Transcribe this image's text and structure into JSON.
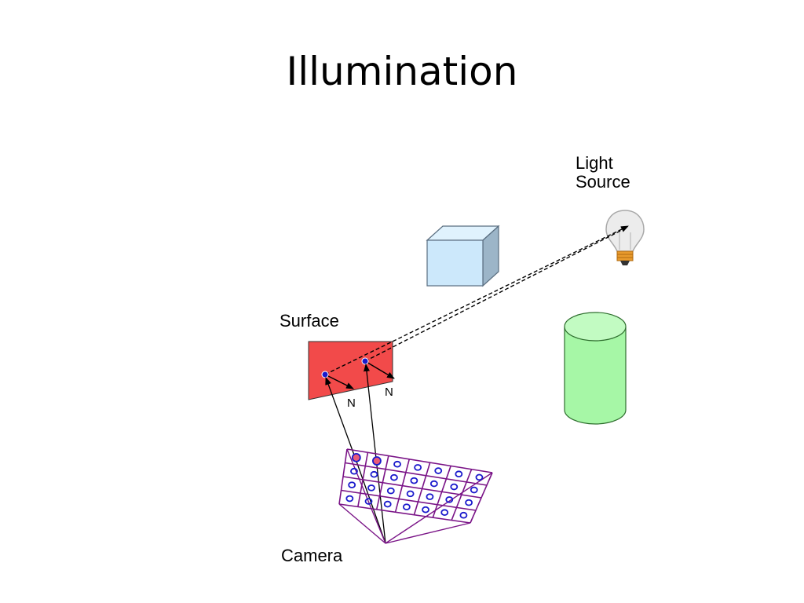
{
  "slide": {
    "title": "Illumination"
  },
  "labels": {
    "light_line1": "Light",
    "light_line2": "Source",
    "surface": "Surface",
    "normal_left": "N",
    "normal_right": "N",
    "camera": "Camera"
  },
  "colors": {
    "surface_fill": "#f24a4a",
    "cube_front": "#cce8fb",
    "cube_top": "#e0f2fd",
    "cube_side": "#9cb5c8",
    "cylinder_fill": "#a6f7a6",
    "grid_stroke": "#7a1487",
    "pixel_ring": "#1a1acc",
    "sample_point": "#1a1acc",
    "hit_pixel": "#e85a78"
  },
  "icons": {
    "light": "light-bulb-icon"
  }
}
